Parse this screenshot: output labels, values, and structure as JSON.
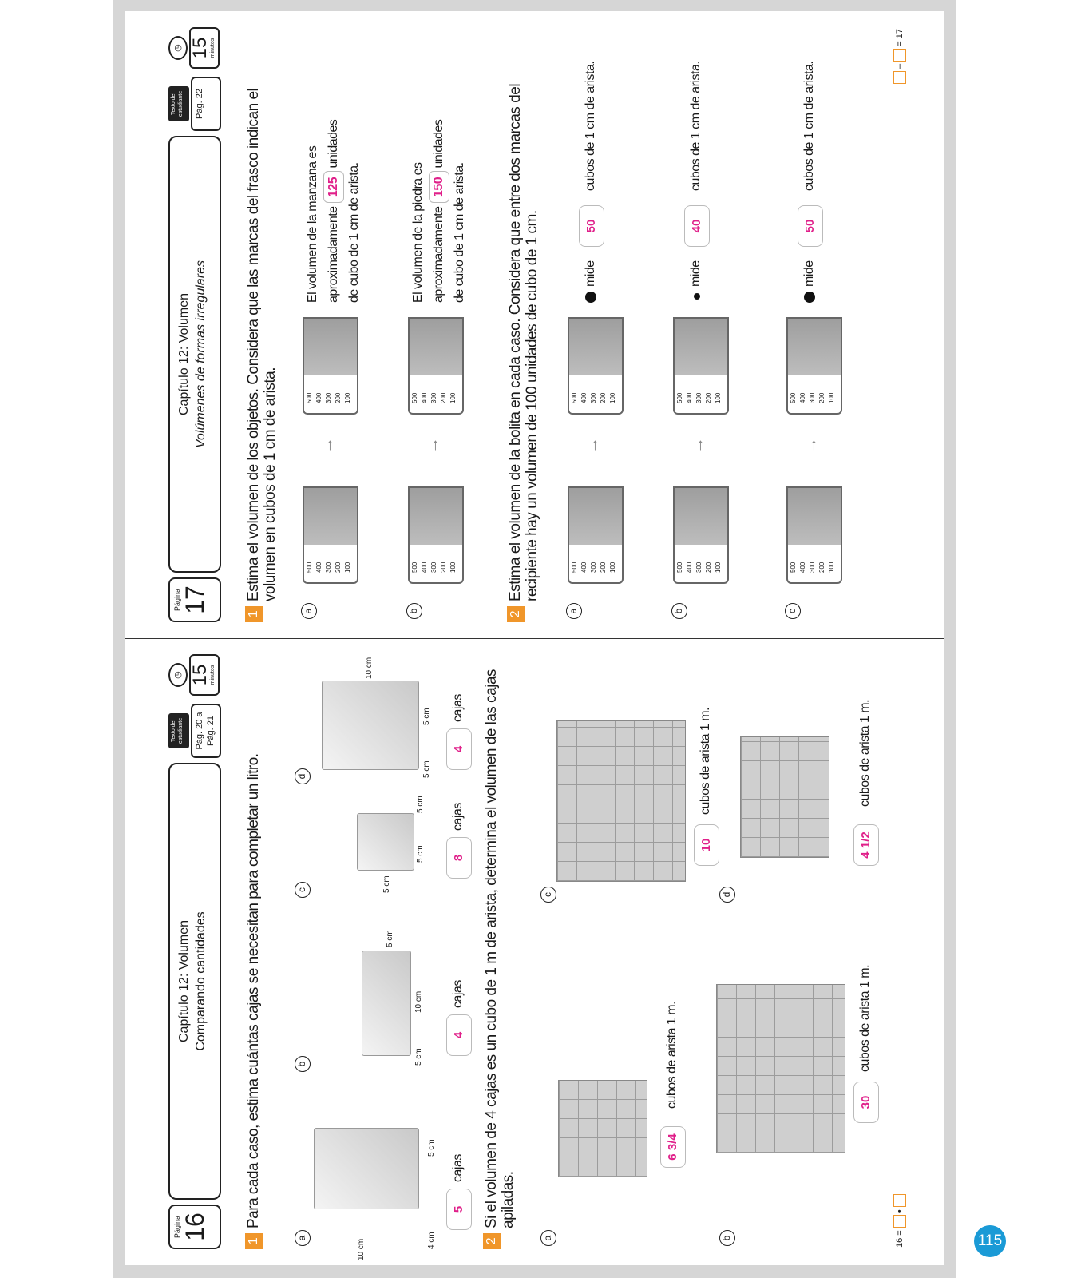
{
  "page_number": "115",
  "p16": {
    "pagina_label": "Página",
    "pagina_num": "16",
    "chapter": "Capítulo 12: Volumen",
    "subtitle": "Comparando cantidades",
    "book_icon": "Texto del estudiante",
    "ref": "Pág. 20 a Pág. 21",
    "minutes": "15",
    "minutes_label": "minutos",
    "ex1": {
      "num": "1",
      "text": "Para cada caso, estima cuántas cajas se necesitan para completar un litro.",
      "items": [
        {
          "label": "a",
          "answer": "5",
          "unit": "cajas",
          "dims": [
            "10 cm",
            "4 cm",
            "5 cm"
          ]
        },
        {
          "label": "b",
          "answer": "4",
          "unit": "cajas",
          "dims": [
            "5 cm",
            "10 cm",
            "5 cm"
          ]
        },
        {
          "label": "c",
          "answer": "8",
          "unit": "cajas",
          "dims": [
            "5 cm",
            "5 cm",
            "5 cm"
          ]
        },
        {
          "label": "d",
          "answer": "4",
          "unit": "cajas",
          "dims": [
            "5 cm",
            "5 cm",
            "10 cm"
          ]
        }
      ]
    },
    "ex2": {
      "num": "2",
      "text": "Si el volumen de 4 cajas es un cubo de 1 m de arista, determina el volumen de las cajas apiladas.",
      "items": [
        {
          "label": "a",
          "answer": "6 3/4",
          "after": "cubos de arista 1 m."
        },
        {
          "label": "b",
          "answer": "30",
          "after": "cubos de arista 1 m."
        },
        {
          "label": "c",
          "answer": "10",
          "after": "cubos de arista 1 m."
        },
        {
          "label": "d",
          "answer": "4 1/2",
          "after": "cubos de arista 1 m."
        }
      ]
    },
    "footer": "16 ="
  },
  "p17": {
    "pagina_label": "Página",
    "pagina_num": "17",
    "chapter": "Capítulo 12: Volumen",
    "subtitle": "Volúmenes de formas irregulares",
    "book_icon": "Texto del estudiante",
    "ref": "Pág. 22",
    "minutes": "15",
    "minutes_label": "minutos",
    "ex1": {
      "num": "1",
      "text": "Estima el volumen de los objetos. Considera que las marcas del frasco indican el volumen en cubos de 1 cm de arista.",
      "items": [
        {
          "label": "a",
          "pre1": "El volumen de la manzana es",
          "pre2": "aproximadamente",
          "answer": "125",
          "post2": "unidades",
          "post3": "de cubo de 1 cm de arista."
        },
        {
          "label": "b",
          "pre1": "El volumen de la piedra es",
          "pre2": "aproximadamente",
          "answer": "150",
          "post2": "unidades",
          "post3": "de cubo de 1 cm de arista."
        }
      ]
    },
    "ex2": {
      "num": "2",
      "text": "Estima el volumen de la bolita en cada caso. Considera que entre dos marcas del recipiente hay un volumen de 100 unidades de cubo de 1 cm.",
      "items": [
        {
          "label": "a",
          "mide": "mide",
          "answer": "50",
          "after": "cubos de 1 cm de arista."
        },
        {
          "label": "b",
          "mide": "mide",
          "answer": "40",
          "after": "cubos de 1 cm de arista."
        },
        {
          "label": "c",
          "mide": "mide",
          "answer": "50",
          "after": "cubos de 1 cm de arista."
        }
      ]
    },
    "beaker_marks": [
      "500",
      "400",
      "300",
      "200",
      "100"
    ],
    "footer": "= 17"
  }
}
